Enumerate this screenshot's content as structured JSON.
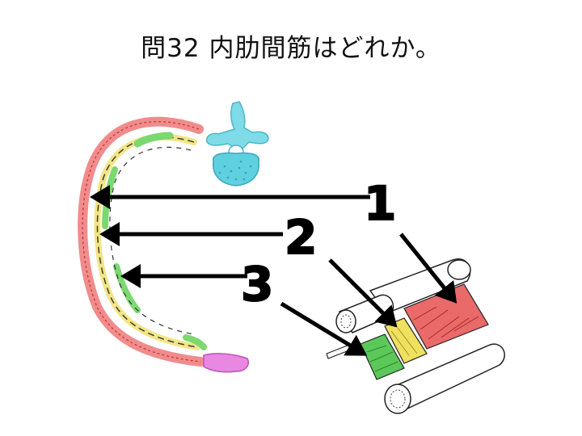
{
  "slide": {
    "title": "問32 内肋間筋はどれか。"
  },
  "labels": {
    "one": "1",
    "two": "2",
    "three": "3"
  },
  "colors": {
    "outer_layer": "#e85a5a",
    "middle_layer": "#e8d84a",
    "inner_layer": "#5cc85a",
    "vertebra": "#5ad0e0",
    "sternum": "#e070d8",
    "arrow": "#000000"
  }
}
